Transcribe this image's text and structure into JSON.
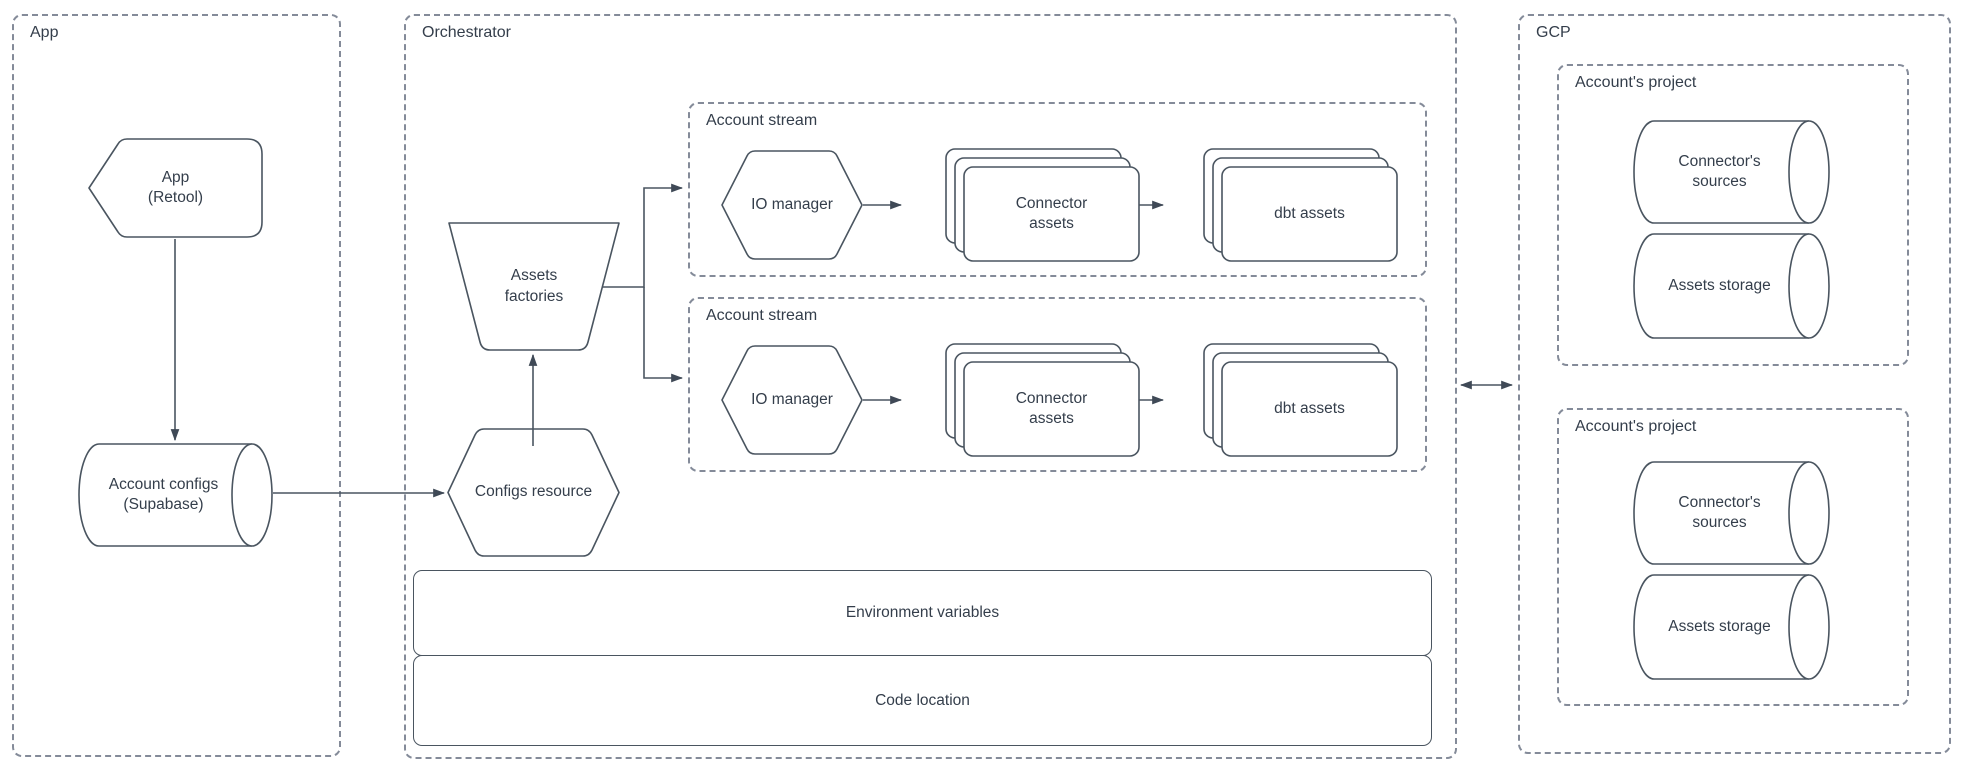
{
  "colors": {
    "background": "#ffffff",
    "shape_stroke": "#4a5560",
    "container_stroke": "#848b99",
    "text": "#343e4b",
    "arrow_fill": "#3f4956"
  },
  "app_group": {
    "label": "App",
    "app_node": "App\n(Retool)",
    "configs_db": "Account configs\n(Supabase)"
  },
  "orchestrator": {
    "label": "Orchestrator",
    "assets_factories": "Assets\nfactories",
    "configs_resource": "Configs resource",
    "streams": [
      {
        "label": "Account stream",
        "io_manager": "IO manager",
        "connector_assets": "Connector\nassets",
        "dbt_assets": "dbt assets"
      },
      {
        "label": "Account stream",
        "io_manager": "IO manager",
        "connector_assets": "Connector\nassets",
        "dbt_assets": "dbt assets"
      }
    ],
    "environment_variables": "Environment variables",
    "code_location": "Code location"
  },
  "gcp": {
    "label": "GCP",
    "projects": [
      {
        "label": "Account's project",
        "connectors_sources": "Connector's\nsources",
        "assets_storage": "Assets storage"
      },
      {
        "label": "Account's project",
        "connectors_sources": "Connector's\nsources",
        "assets_storage": "Assets storage"
      }
    ]
  }
}
